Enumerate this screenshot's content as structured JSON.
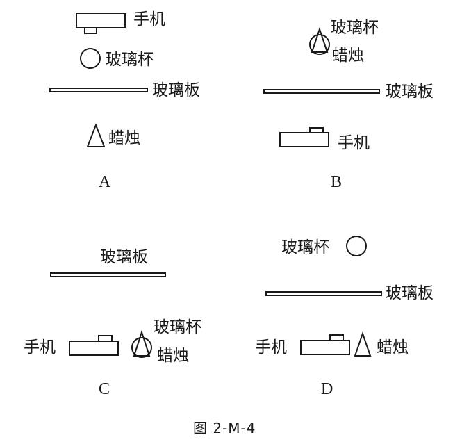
{
  "labels": {
    "phone": "手机",
    "cup": "玻璃杯",
    "plate": "玻璃板",
    "candle": "蜡烛"
  },
  "panels": [
    "A",
    "B",
    "C",
    "D"
  ],
  "caption": "图 2-M-4"
}
